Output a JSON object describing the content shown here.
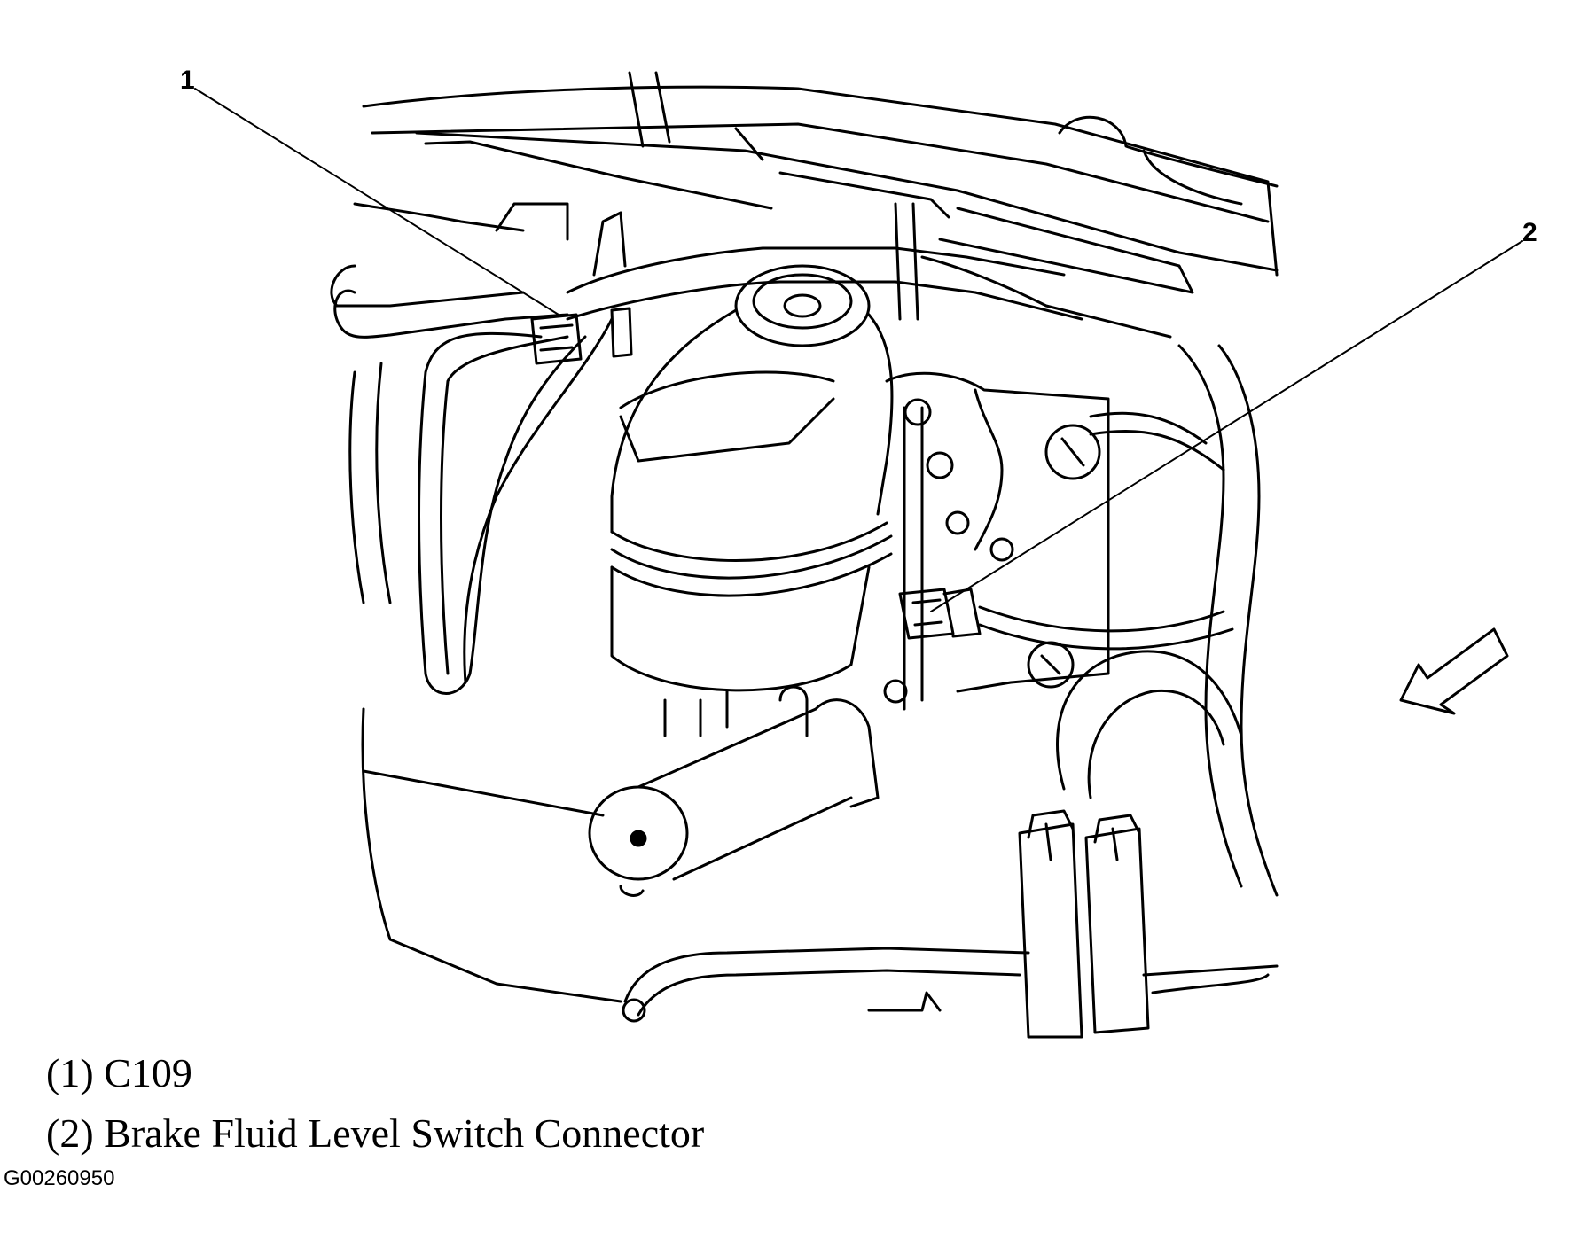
{
  "callouts": [
    {
      "number": "1",
      "legend": "(1) C109"
    },
    {
      "number": "2",
      "legend": "(2) Brake Fluid Level Switch Connector"
    }
  ],
  "figure_id": "G00260950",
  "colors": {
    "ink": "#000000",
    "paper": "#ffffff"
  }
}
